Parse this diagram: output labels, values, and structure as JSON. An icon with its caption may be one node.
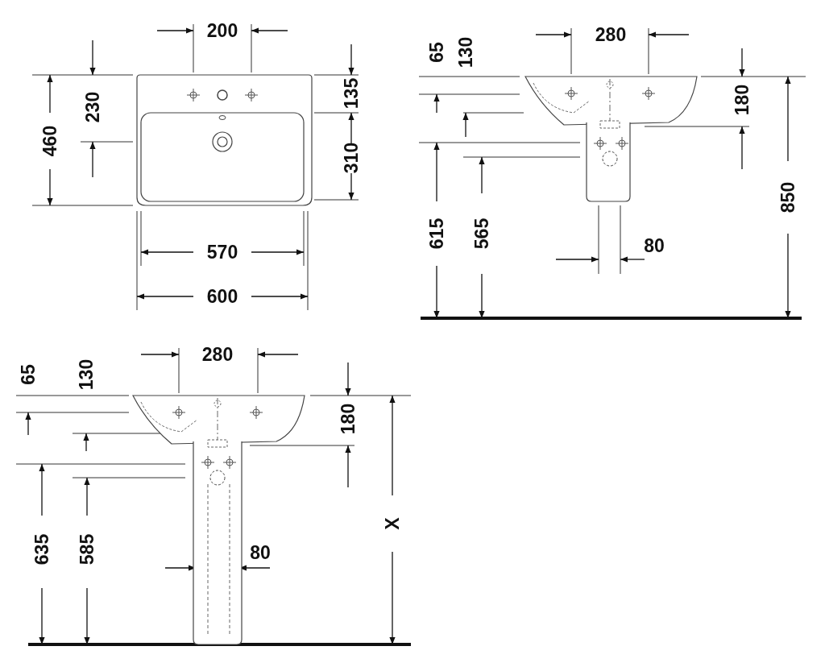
{
  "diagram": {
    "labels": [
      "200",
      "460",
      "230",
      "135",
      "310",
      "570",
      "600",
      "65",
      "130",
      "280",
      "180",
      "615",
      "565",
      "80",
      "850",
      "65",
      "130",
      "280",
      "180",
      "635",
      "585",
      "X",
      "80"
    ]
  }
}
